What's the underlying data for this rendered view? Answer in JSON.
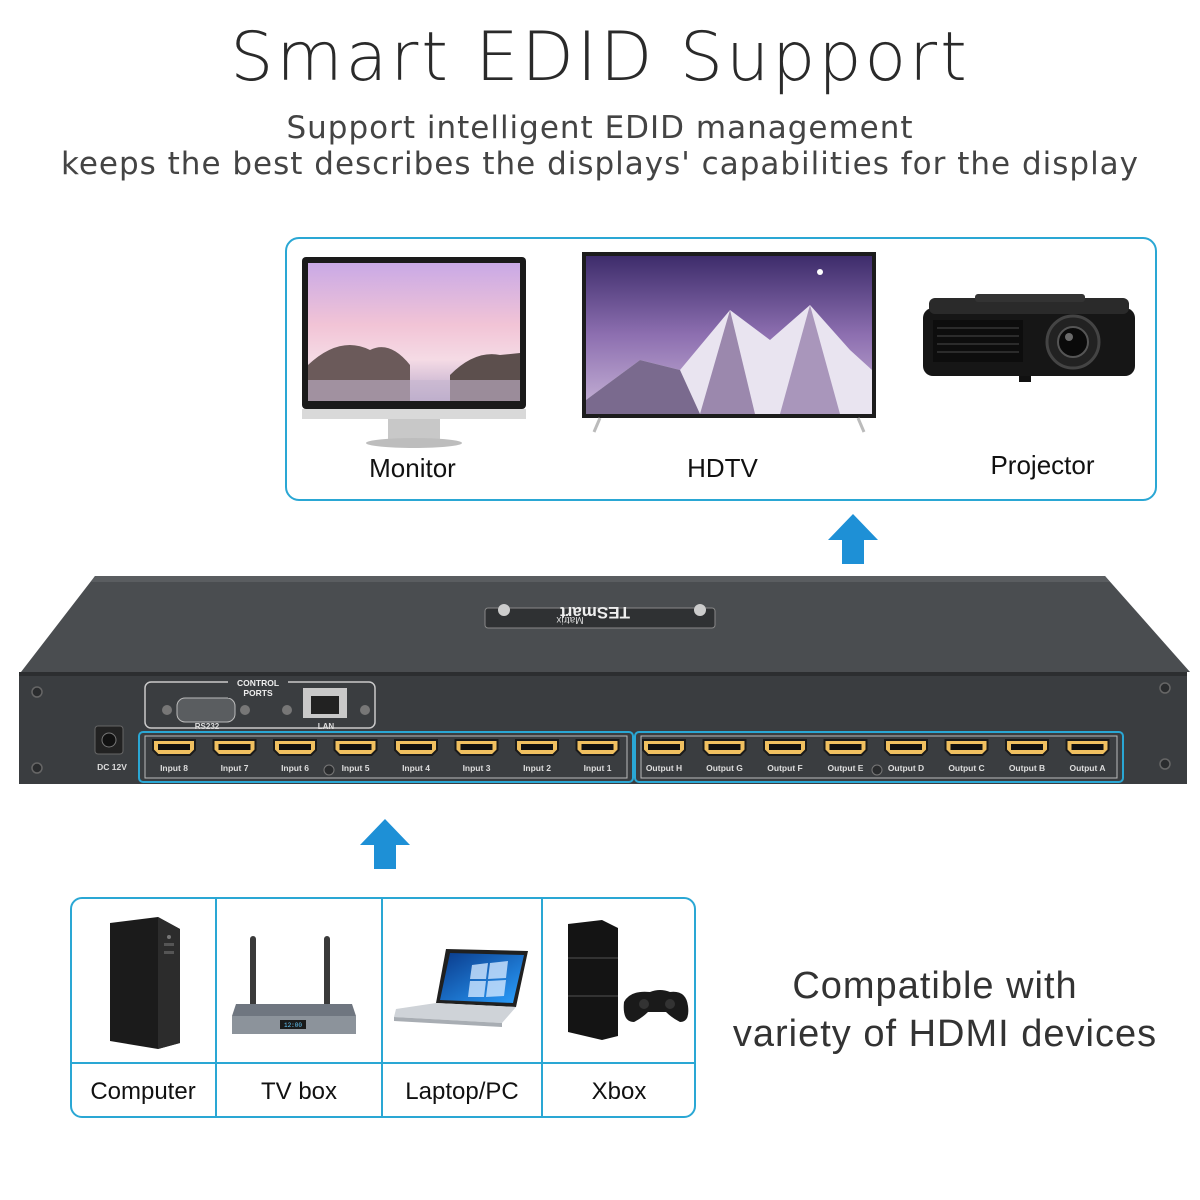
{
  "header": {
    "title": "Smart EDID Support",
    "subtitle_line1": "Support intelligent EDID management",
    "subtitle_line2": "keeps the best describes the displays' capabilities for the display"
  },
  "displays": [
    {
      "label": "Monitor",
      "icon": "monitor-icon"
    },
    {
      "label": "HDTV",
      "icon": "hdtv-icon"
    },
    {
      "label": "Projector",
      "icon": "projector-icon"
    }
  ],
  "device": {
    "brand": "TESmart",
    "model": "Matrix",
    "control_ports_label": "CONTROL PORTS",
    "rs232_label": "RS232",
    "lan_label": "LAN",
    "power_label": "DC 12V",
    "inputs": [
      "Input 8",
      "Input 7",
      "Input 6",
      "Input 5",
      "Input 4",
      "Input 3",
      "Input 2",
      "Input 1"
    ],
    "outputs": [
      "Output H",
      "Output G",
      "Output F",
      "Output E",
      "Output D",
      "Output C",
      "Output B",
      "Output A"
    ]
  },
  "sources": [
    {
      "label": "Computer",
      "icon": "computer-icon"
    },
    {
      "label": "TV box",
      "icon": "tv-box-icon"
    },
    {
      "label": "Laptop/PC",
      "icon": "laptop-icon"
    },
    {
      "label": "Xbox",
      "icon": "console-icon"
    }
  ],
  "compat": {
    "line1": "Compatible with",
    "line2": "variety of HDMI devices"
  },
  "colors": {
    "accent": "#2aa7d4",
    "arrow": "#1e90d6",
    "device_body": "#3a3d40"
  }
}
